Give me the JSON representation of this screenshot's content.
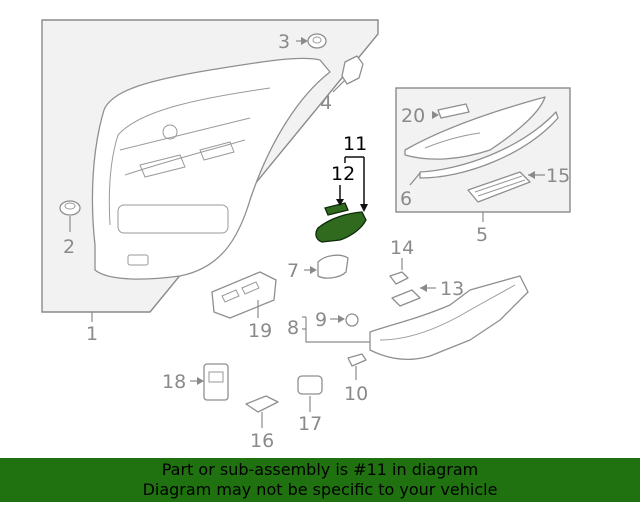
{
  "highlight_color": "#1f720f",
  "part_color": "#2f6a1f",
  "banner": {
    "line1": "Part or sub-assembly is #11 in diagram",
    "line2": "Diagram may not be specific to your vehicle"
  },
  "callouts": {
    "c1": "1",
    "c2": "2",
    "c3": "3",
    "c4": "4",
    "c5": "5",
    "c6": "6",
    "c7": "7",
    "c8": "8",
    "c9": "9",
    "c10": "10",
    "c11": "11",
    "c12": "12",
    "c13": "13",
    "c14": "14",
    "c15": "15",
    "c16": "16",
    "c17": "17",
    "c18": "18",
    "c19": "19",
    "c20": "20"
  }
}
